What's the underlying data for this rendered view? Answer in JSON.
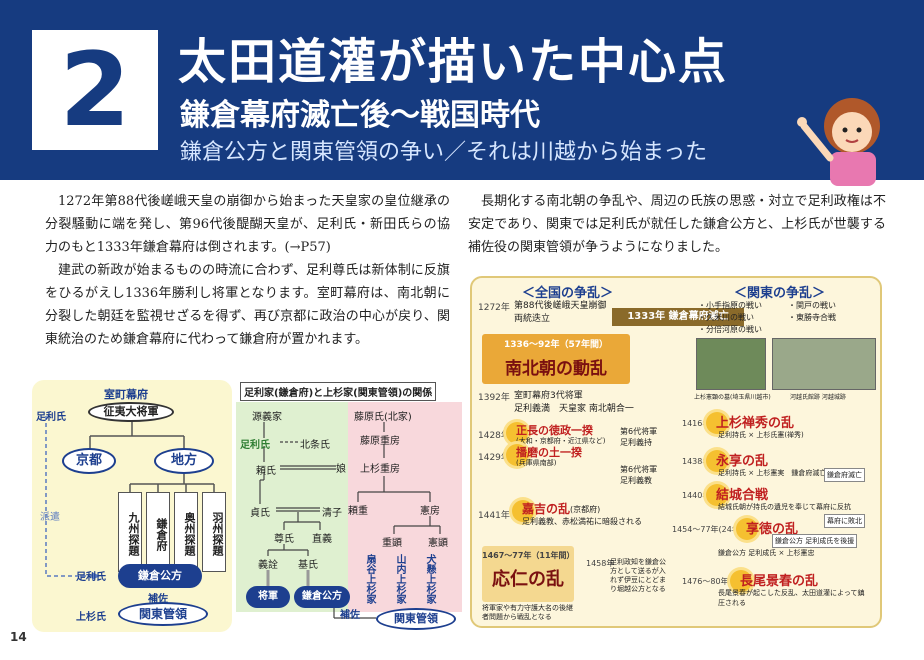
{
  "header": {
    "chapter_number": "2",
    "title": "太田道灌が描いた中心点",
    "subtitle": "鎌倉幕府滅亡後〜戦国時代",
    "tagline": "鎌倉公方と関東管領の争い／それは川越から始まった"
  },
  "body": {
    "col1": [
      "1272年第88代後嵯峨天皇の崩御から始まった天皇家の皇位継承の分裂騒動に端を発し、第96代後醍醐天皇が、足利氏・新田氏らの協力のもと1333年鎌倉幕府は倒されます。(→P57)",
      "建武の新政が始まるものの時流に合わず、足利尊氏は新体制に反旗をひるがえし1336年勝利し将軍となります。室町幕府は、南北朝に分裂した朝廷を監視せざるを得ず、再び京都に政治の中心が戻り、関東統治のため鎌倉幕府に代わって鎌倉府が置かれます。"
    ],
    "col2": [
      "長期化する南北朝の争乱や、周辺の氏族の思惑・対立で足利政権は不安定であり、関東では足利氏が就任した鎌倉公方と、上杉氏が世襲する補佐役の関東管領が争うようになりました。"
    ]
  },
  "diagram_muromachi": {
    "title": "室町幕府",
    "shogun": "征夷大将軍",
    "ashikaga_label": "足利氏",
    "kyoto": "京都",
    "chiho": "地方",
    "offices": [
      "九州探題",
      "鎌倉府",
      "奥州探題",
      "羽州探題"
    ],
    "haken": "派遣",
    "ashikaga_label2": "足利氏",
    "kamakura_kubo": "鎌倉公方",
    "hosa": "補佐",
    "uesugi_label": "上杉氏",
    "kanto_kanrei": "関東管領"
  },
  "diagram_family": {
    "title": "足利家(鎌倉府)と上杉家(関東管領)の関係",
    "left": {
      "genji": "源義家",
      "ashikaga": "足利氏",
      "hojo": "北条氏",
      "yoshiuji": "頼氏",
      "musume": "娘",
      "ieuji": "貞氏",
      "kiyoko": "清子",
      "takauji": "尊氏",
      "tadayoshi": "直義",
      "yoshiakira": "義詮",
      "motouji": "基氏",
      "shogun": "将軍",
      "kubo": "鎌倉公方"
    },
    "right": {
      "fujiwara": "藤原氏(北家)",
      "shigefusa": "藤原重房",
      "uesugi": "上杉重房",
      "yorishige": "頼重",
      "kenbo": "憲房",
      "shigeyoshi": "重顕",
      "noriaki": "憲顕",
      "branches": [
        "扇谷上杉家",
        "山内上杉家",
        "犬懸上杉家"
      ],
      "hosa": "補佐",
      "kanrei": "関東管領"
    }
  },
  "panel": {
    "national_head": "＜全国の争乱＞",
    "kanto_head": "＜関東の争乱＞",
    "national": [
      {
        "year": "1272年",
        "text": "第88代後嵯峨天皇崩御\n両統迭立"
      },
      {
        "year": "1392年",
        "text": "室町幕府3代将軍\n足利義満　天皇家 南北朝合一"
      },
      {
        "year": "1428年",
        "war": "正長の徳政一揆",
        "note": "(大和・京都府・近江県など)"
      },
      {
        "year": "1429年",
        "war": "播磨の土一揆",
        "note": "(兵庫県南部)"
      },
      {
        "year": "1441年",
        "war": "嘉吉の乱",
        "note": "(京都府)",
        "text": "足利義教、赤松満祐に暗殺される"
      }
    ],
    "metsubo_year": "1333年",
    "metsubo": "鎌倉幕府滅亡",
    "nanboku_years": "1336〜92年（57年間）",
    "nanboku": "南北朝の動乱",
    "onin_years": "1467〜77年（11年間）",
    "onin": "応仁の乱",
    "onin_note": "将軍家や有力守護大名の後継者問題から戦乱となる",
    "onin_year2": "1458年",
    "onin_text": "足利政知を鎌倉公方として送るが入れず伊豆にとどまり堀越公方となる",
    "kanto_list": [
      "・小手指原の戦い",
      "・久米川の戦い",
      "・分倍河原の戦い",
      "・関戸の戦い",
      "・東勝寺合戦"
    ],
    "photo_caption1": "上杉憲顕の墓(埼玉県川越市)",
    "photo_caption2": "河越氏館跡 河越城跡",
    "shogun6": "第6代将軍\n足利義持",
    "shogun6b": "第6代将軍\n足利義教",
    "kanto": [
      {
        "year": "1416年",
        "war": "上杉禅秀の乱",
        "text": "足利持氏 × 上杉氏憲(禅秀)"
      },
      {
        "year": "1438年",
        "war": "永享の乱",
        "text": "足利持氏 × 上杉憲実　鎌倉府滅亡"
      },
      {
        "year": "1440年",
        "war": "結城合戦",
        "text": "結城氏朝が持氏の遺児を奉じて幕府に反抗"
      },
      {
        "year": "1454〜77年(24年間)",
        "war": "享徳の乱",
        "text": "鎌倉公方 足利成氏 × 上杉憲忠"
      },
      {
        "year": "1476〜80年",
        "war": "長尾景春の乱",
        "text": "長尾景春が起こした反乱、太田道灌によって鎮圧される"
      }
    ],
    "kanto_notes": [
      "鎌倉府滅亡",
      "幕府に敗北",
      "鎌倉公方 足利成氏を後援"
    ]
  },
  "page_number": "14"
}
